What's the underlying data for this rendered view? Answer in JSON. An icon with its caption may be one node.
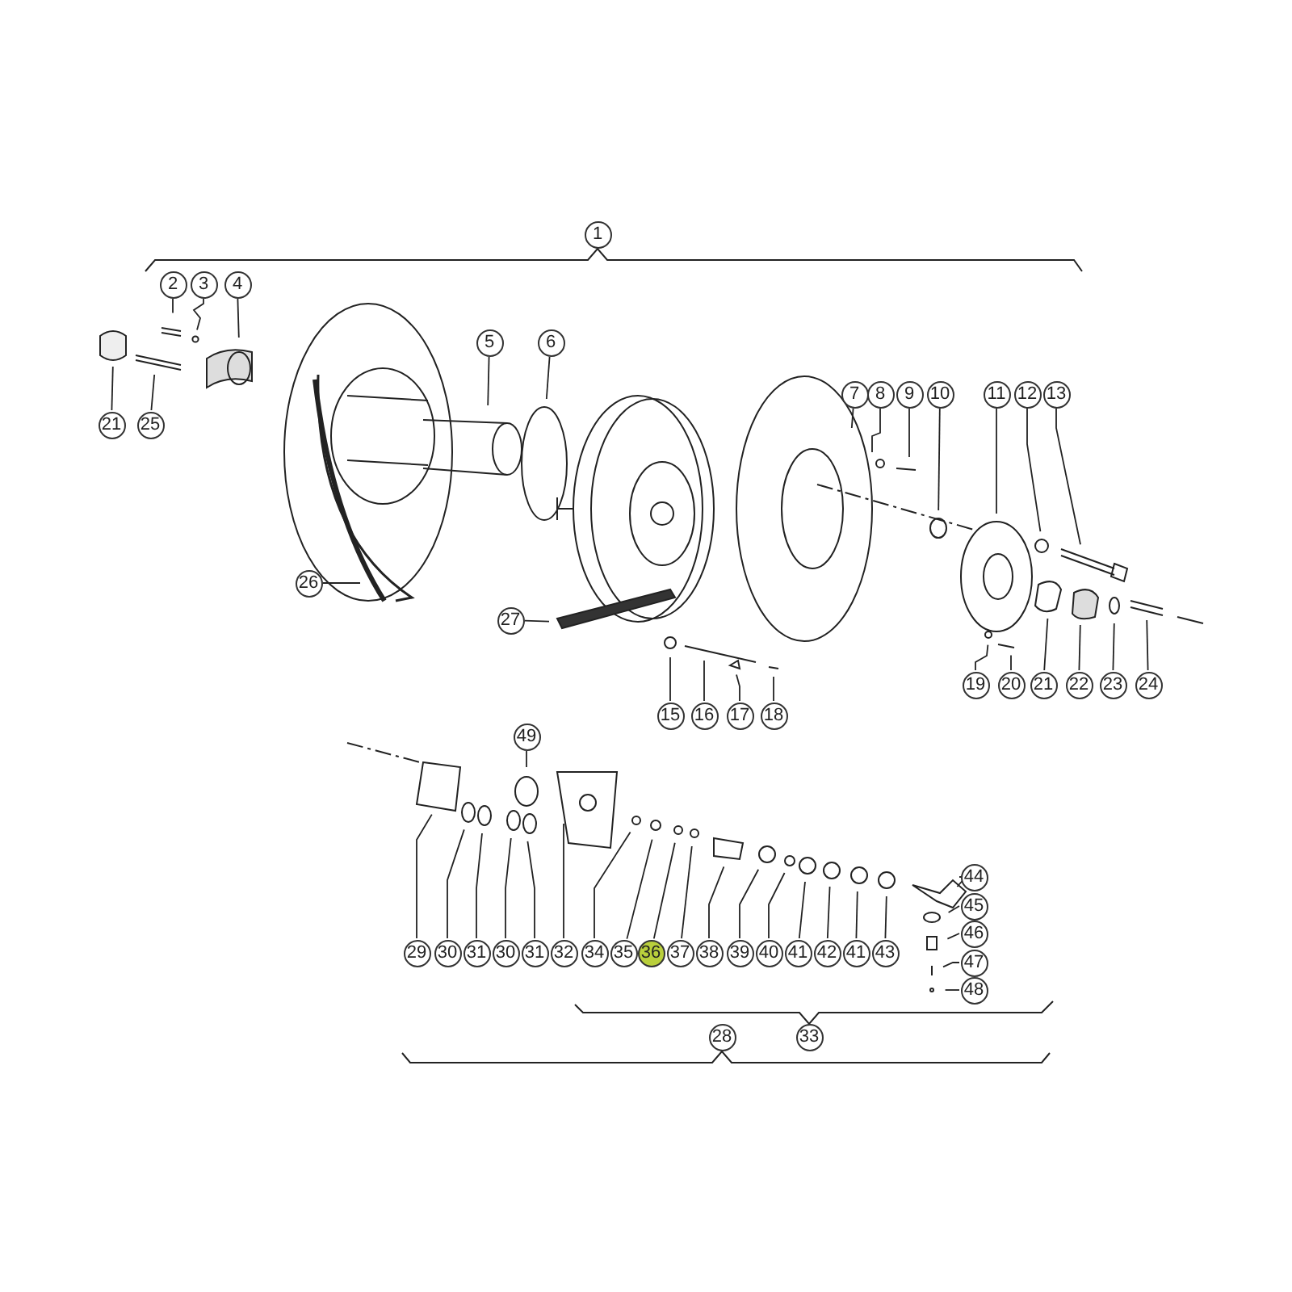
{
  "diagram": {
    "nodes": [
      {
        "text": [
          "1"
        ]
      },
      {
        "text": [
          "2"
        ]
      },
      {
        "text": [
          "3"
        ]
      },
      {
        "text": [
          "4"
        ]
      },
      {
        "text": [
          "5"
        ]
      },
      {
        "text": [
          "6"
        ]
      },
      {
        "text": [
          "7"
        ]
      },
      {
        "text": [
          "8"
        ]
      },
      {
        "text": [
          "9"
        ]
      },
      {
        "text": [
          "10"
        ]
      },
      {
        "text": [
          "11"
        ]
      },
      {
        "text": [
          "12"
        ]
      },
      {
        "text": [
          "13"
        ]
      },
      {
        "text": [
          "21"
        ]
      },
      {
        "text": [
          "25"
        ]
      },
      {
        "text": [
          "26"
        ]
      },
      {
        "text": [
          "27"
        ]
      },
      {
        "text": [
          "15"
        ]
      },
      {
        "text": [
          "16"
        ]
      },
      {
        "text": [
          "17"
        ]
      },
      {
        "text": [
          "18"
        ]
      },
      {
        "text": [
          "19"
        ]
      },
      {
        "text": [
          "20"
        ]
      },
      {
        "text": [
          "21"
        ]
      },
      {
        "text": [
          "22"
        ]
      },
      {
        "text": [
          "23"
        ]
      },
      {
        "text": [
          "24"
        ]
      },
      {
        "text": [
          "49"
        ]
      },
      {
        "text": [
          "29"
        ]
      },
      {
        "text": [
          "30"
        ]
      },
      {
        "text": [
          "31"
        ]
      },
      {
        "text": [
          "30"
        ]
      },
      {
        "text": [
          "31"
        ]
      },
      {
        "text": [
          "32"
        ]
      },
      {
        "text": [
          "34"
        ]
      },
      {
        "text": [
          "35"
        ]
      },
      {
        "text": [
          "36"
        ]
      },
      {
        "text": [
          "37"
        ]
      },
      {
        "text": [
          "38"
        ]
      },
      {
        "text": [
          "39"
        ]
      },
      {
        "text": [
          "40"
        ]
      },
      {
        "text": [
          "41"
        ]
      },
      {
        "text": [
          "42"
        ]
      },
      {
        "text": [
          "41"
        ]
      },
      {
        "text": [
          "43"
        ]
      },
      {
        "text": [
          "44"
        ]
      },
      {
        "text": [
          "45"
        ]
      },
      {
        "text": [
          "46"
        ]
      },
      {
        "text": [
          "47"
        ]
      },
      {
        "text": [
          "48"
        ]
      },
      {
        "text": [
          "28"
        ]
      },
      {
        "text": [
          "33"
        ]
      }
    ],
    "edges": [
      {
        "from": 1,
        "to": null,
        "arrow": "none"
      },
      {
        "from": 2,
        "to": null,
        "arrow": "none"
      },
      {
        "from": 3,
        "to": null,
        "arrow": "none"
      },
      {
        "from": 4,
        "to": null,
        "arrow": "none"
      },
      {
        "from": 5,
        "to": null,
        "arrow": "none"
      },
      {
        "from": 6,
        "to": null,
        "arrow": "none"
      },
      {
        "from": 7,
        "to": null,
        "arrow": "none"
      },
      {
        "from": 8,
        "to": null,
        "arrow": "none"
      },
      {
        "from": 9,
        "to": null,
        "arrow": "none"
      },
      {
        "from": 10,
        "to": null,
        "arrow": "none"
      },
      {
        "from": 11,
        "to": null,
        "arrow": "none"
      },
      {
        "from": 12,
        "to": null,
        "arrow": "none"
      },
      {
        "from": 13,
        "to": null,
        "arrow": "none"
      },
      {
        "from": 14,
        "to": null,
        "arrow": "none"
      },
      {
        "from": 15,
        "to": null,
        "arrow": "none"
      },
      {
        "from": 16,
        "to": null,
        "arrow": "none"
      },
      {
        "from": 17,
        "to": null,
        "arrow": "none"
      },
      {
        "from": 18,
        "to": null,
        "arrow": "none"
      },
      {
        "from": 19,
        "to": null,
        "arrow": "none"
      },
      {
        "from": 20,
        "to": null,
        "arrow": "none"
      },
      {
        "from": 21,
        "to": null,
        "arrow": "none"
      },
      {
        "from": 22,
        "to": null,
        "arrow": "none"
      },
      {
        "from": 23,
        "to": null,
        "arrow": "none"
      },
      {
        "from": 24,
        "to": null,
        "arrow": "none"
      },
      {
        "from": 25,
        "to": null,
        "arrow": "none"
      },
      {
        "from": 26,
        "to": null,
        "arrow": "none"
      },
      {
        "from": 27,
        "to": null,
        "arrow": "none"
      },
      {
        "from": 28,
        "to": null,
        "arrow": "none"
      },
      {
        "from": 29,
        "to": null,
        "arrow": "none"
      },
      {
        "from": 30,
        "to": null,
        "arrow": "none"
      },
      {
        "from": 31,
        "to": null,
        "arrow": "none"
      },
      {
        "from": 32,
        "to": null,
        "arrow": "none"
      },
      {
        "from": 33,
        "to": null,
        "arrow": "none"
      },
      {
        "from": 34,
        "to": null,
        "arrow": "none"
      },
      {
        "from": 35,
        "to": null,
        "arrow": "none"
      },
      {
        "from": 36,
        "to": null,
        "arrow": "none"
      },
      {
        "from": 37,
        "to": null,
        "arrow": "none"
      },
      {
        "from": 38,
        "to": null,
        "arrow": "none"
      },
      {
        "from": 39,
        "to": null,
        "arrow": "none"
      },
      {
        "from": 40,
        "to": null,
        "arrow": "none"
      },
      {
        "from": 41,
        "to": null,
        "arrow": "none"
      },
      {
        "from": 42,
        "to": null,
        "arrow": "none"
      },
      {
        "from": 43,
        "to": null,
        "arrow": "none"
      },
      {
        "from": 44,
        "to": null,
        "arrow": "none"
      },
      {
        "from": 45,
        "to": null,
        "arrow": "none"
      },
      {
        "from": 46,
        "to": null,
        "arrow": "none"
      },
      {
        "from": 47,
        "to": null,
        "arrow": "none"
      },
      {
        "from": 48,
        "to": null,
        "arrow": "none"
      },
      {
        "from": 49,
        "to": null,
        "arrow": "none"
      }
    ]
  }
}
